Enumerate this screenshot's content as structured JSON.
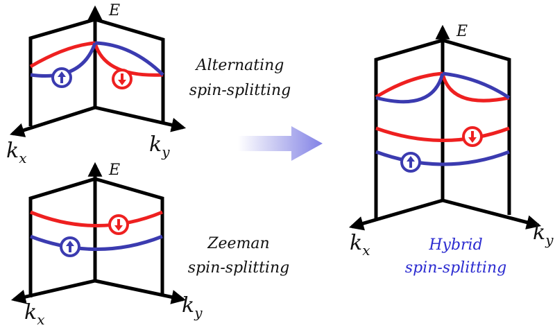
{
  "colors": {
    "spin_up": "#3b3bb0",
    "spin_down": "#ee2020",
    "hybrid_caption": "#2b2bd0",
    "axes": "#000000"
  },
  "icons": {
    "spin_up": "up-arrow-in-circle",
    "spin_down": "down-arrow-in-circle",
    "transition": "gradient-right-arrow"
  },
  "axis_labels": {
    "energy": "E",
    "kx_base": "k",
    "kx_sub": "x",
    "ky_base": "k",
    "ky_sub": "y"
  },
  "panels": {
    "alternating": {
      "caption_line1": "Alternating",
      "caption_line2": "spin-splitting"
    },
    "zeeman": {
      "caption_line1": "Zeeman",
      "caption_line2": "spin-splitting"
    },
    "hybrid": {
      "caption_line1": "Hybrid",
      "caption_line2": "spin-splitting"
    }
  }
}
